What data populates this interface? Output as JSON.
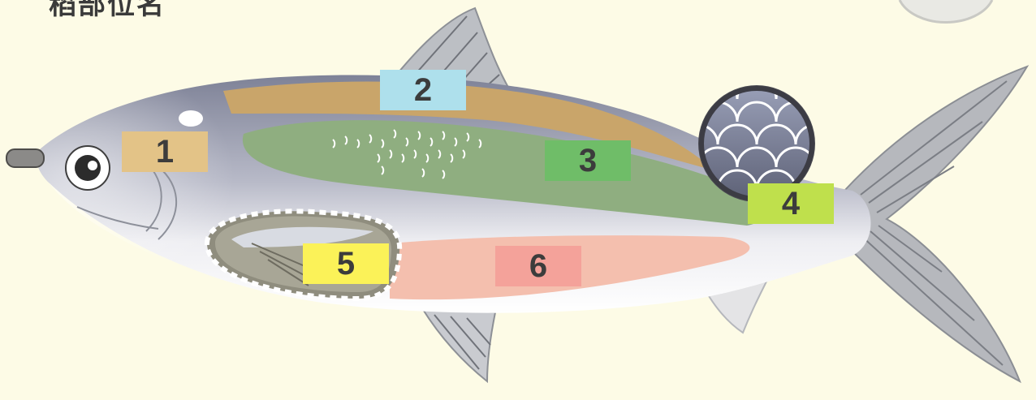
{
  "heading": "稻部位名",
  "labels": [
    {
      "id": "1",
      "text": "1",
      "color": "#e3c387"
    },
    {
      "id": "2",
      "text": "2",
      "color": "#aee0ec"
    },
    {
      "id": "3",
      "text": "3",
      "color": "#6fbd68"
    },
    {
      "id": "4",
      "text": "4",
      "color": "#bfe04c"
    },
    {
      "id": "5",
      "text": "5",
      "color": "#fbf258"
    },
    {
      "id": "6",
      "text": "6",
      "color": "#f4a29a"
    }
  ],
  "colors": {
    "background": "#fdfbe6",
    "body_top": "#8f93a8",
    "back_band": "#c9a56a",
    "middle_band": "#8fae80",
    "belly": "#f4bfae",
    "fin": "#b2b5bb",
    "scale_circle": "#4a4a52"
  }
}
